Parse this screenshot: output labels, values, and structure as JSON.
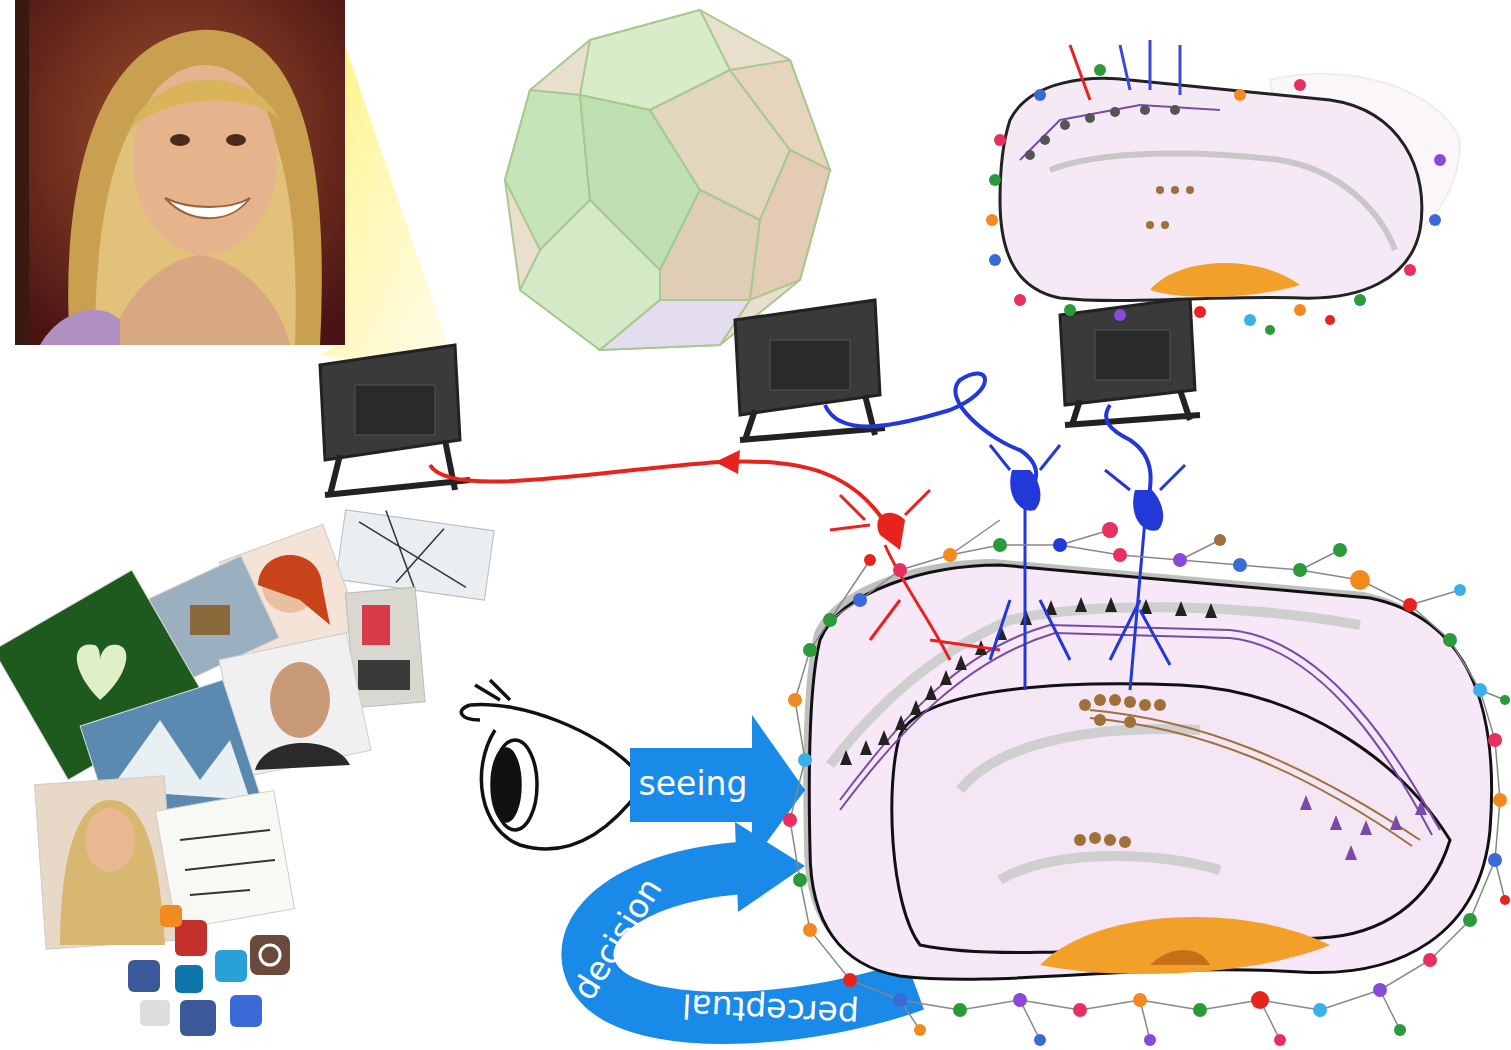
{
  "diagram": {
    "labels": [
      "seeing",
      "decision",
      "perceptual"
    ]
  }
}
